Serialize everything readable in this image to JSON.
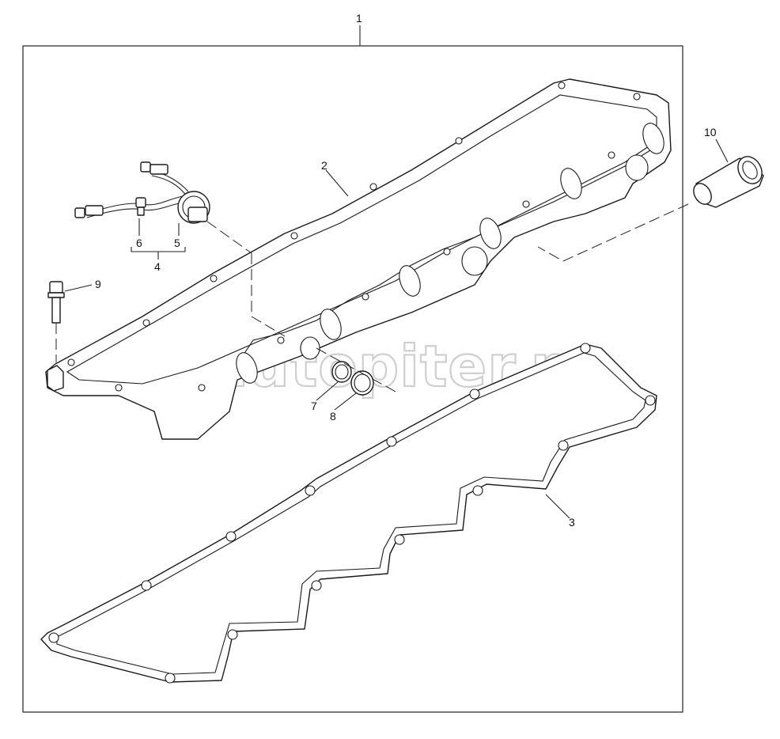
{
  "watermark": "autopiter.ru",
  "callouts": [
    {
      "id": "c1",
      "label": "1"
    },
    {
      "id": "c2",
      "label": "2"
    },
    {
      "id": "c3",
      "label": "3"
    },
    {
      "id": "c4",
      "label": "4"
    },
    {
      "id": "c5",
      "label": "5"
    },
    {
      "id": "c6",
      "label": "6"
    },
    {
      "id": "c7",
      "label": "7"
    },
    {
      "id": "c8",
      "label": "8"
    },
    {
      "id": "c9",
      "label": "9"
    },
    {
      "id": "c10",
      "label": "10"
    }
  ]
}
